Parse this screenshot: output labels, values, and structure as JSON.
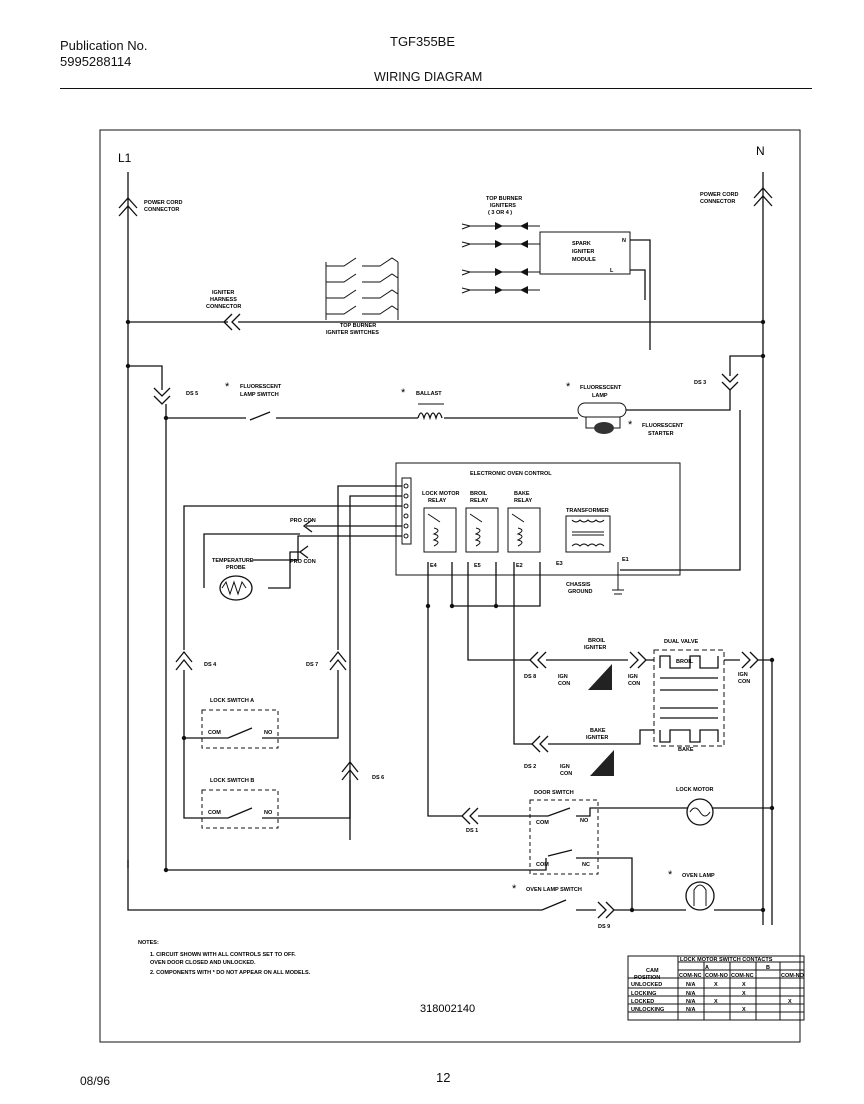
{
  "header": {
    "publication_label": "Publication No.",
    "publication_number": "5995288114",
    "model": "TGF355BE",
    "title": "WIRING DIAGRAM"
  },
  "footer": {
    "date": "08/96",
    "page": "12"
  },
  "diagram": {
    "line_labels": {
      "l1": "L1",
      "n": "N"
    },
    "power_cord_left": [
      "POWER CORD",
      "CONNECTOR"
    ],
    "power_cord_right": [
      "POWER CORD",
      "CONNECTOR"
    ],
    "top_burner_igniters": [
      "TOP BURNER",
      "IGNITERS",
      "( 3 OR 4 )"
    ],
    "spark_module": [
      "SPARK",
      "IGNITER",
      "MODULE"
    ],
    "module_terminals": {
      "n": "N",
      "l": "L"
    },
    "igniter_harness": [
      "IGNITER",
      "HARNESS",
      "CONNECTOR"
    ],
    "top_burner_switches": [
      "TOP BURNER",
      "IGNITER SWITCHES"
    ],
    "fluorescent_switch": [
      "FLUORESCENT",
      "LAMP SWITCH"
    ],
    "ballast": "BALLAST",
    "fluorescent_lamp": [
      "FLUORESCENT",
      "LAMP"
    ],
    "fluorescent_starter": [
      "FLUORESCENT",
      "STARTER"
    ],
    "esc_title": "ELECTRONIC OVEN CONTROL",
    "lock_motor_relay": [
      "LOCK MOTOR",
      "RELAY"
    ],
    "broil_relay": [
      "BROIL",
      "RELAY"
    ],
    "bake_relay": [
      "BAKE",
      "RELAY"
    ],
    "transformer": "TRANSFORMER",
    "chassis_ground": [
      "CHASSIS",
      "GROUND"
    ],
    "pro_con_1": "PRO CON",
    "pro_con_2": "PRO CON",
    "temperature_probe": [
      "TEMPERATURE",
      "PROBE"
    ],
    "broil_igniter": [
      "BROIL",
      "IGNITER"
    ],
    "bake_igniter": [
      "BAKE",
      "IGNITER"
    ],
    "dual_valve": "DUAL VALVE",
    "valve_broil": "BROIL",
    "valve_bake": "BAKE",
    "ign_con": [
      "IGN",
      "CON"
    ],
    "lock_switch_a": "LOCK SWITCH A",
    "lock_switch_b": "LOCK SWITCH B",
    "com": "COM",
    "no": "NO",
    "nc": "NC",
    "door_switch": "DOOR SWITCH",
    "lock_motor": "LOCK MOTOR",
    "oven_lamp": "OVEN LAMP",
    "oven_lamp_switch": "OVEN LAMP SWITCH",
    "asterisk": "*",
    "connectors": {
      "c1": "DS 1",
      "c2": "DS 2",
      "c3": "DS 3",
      "c4": "DS 4",
      "c5": "DS 5",
      "c6": "DS 6",
      "c7": "DS 7",
      "c8": "DS 8",
      "c9": "DS 9"
    },
    "terminals": {
      "e1": "E1",
      "e2": "E2",
      "e3": "E3",
      "e4": "E4",
      "e5": "E5"
    },
    "notes": {
      "title": "NOTES:",
      "lines": [
        "1.  CIRCUIT SHOWN WITH ALL CONTROLS SET TO OFF.",
        "     OVEN DOOR CLOSED AND UNLOCKED.",
        "2.  COMPONENTS WITH * DO NOT APPEAR ON ALL MODELS."
      ]
    },
    "diagram_number": "318002140"
  },
  "contacts_table": {
    "title": "LOCK MOTOR SWITCH CONTACTS",
    "col_a": "A",
    "col_b": "B",
    "header_left": [
      "CAM",
      "POSITION"
    ],
    "subheaders": [
      "COM-NC",
      "COM-NO",
      "COM-NC",
      "COM-NO"
    ],
    "rows": [
      {
        "pos": "UNLOCKED",
        "cells": [
          "N/A",
          "X",
          "X",
          ""
        ]
      },
      {
        "pos": "LOCKING",
        "cells": [
          "N/A",
          "",
          "X",
          ""
        ]
      },
      {
        "pos": "LOCKED",
        "cells": [
          "N/A",
          "X",
          "",
          "X"
        ]
      },
      {
        "pos": "UNLOCKING",
        "cells": [
          "N/A",
          "",
          "X",
          ""
        ]
      }
    ]
  }
}
